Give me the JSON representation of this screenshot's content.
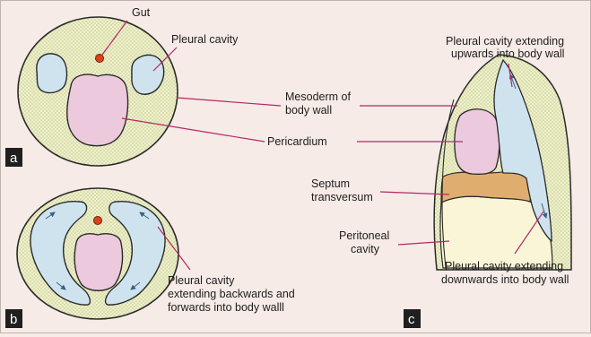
{
  "labels": {
    "gut": "Gut",
    "pleural_cavity": "Pleural cavity",
    "mesoderm_line1": "Mesoderm of",
    "mesoderm_line2": "body wall",
    "pericardium": "Pericardium",
    "septum_line1": "Septum",
    "septum_line2": "transversum",
    "peritoneal_line1": "Peritoneal",
    "peritoneal_line2": "cavity",
    "pleural_up_line1": "Pleural cavity extending",
    "pleural_up_line2": "upwards into body wall",
    "pleural_down_line1": "Pleural cavity extending",
    "pleural_down_line2": "downwards into body wall",
    "pleural_back_line1": "Pleural cavity",
    "pleural_back_line2": "extending backwards and",
    "pleural_back_line3": "forwards into body walll"
  },
  "panels": {
    "a": "a",
    "b": "b",
    "c": "c"
  },
  "colors": {
    "background": "#f6ebe6",
    "mesoderm": "#eef0c8",
    "pleural": "#cfe3ef",
    "pericardium": "#ecc9dc",
    "septum": "#dfae6e",
    "peritoneal": "#faf5d6",
    "gut": "#d9441f",
    "leader_line": "#b3276a",
    "outline": "#2a2a2a"
  }
}
